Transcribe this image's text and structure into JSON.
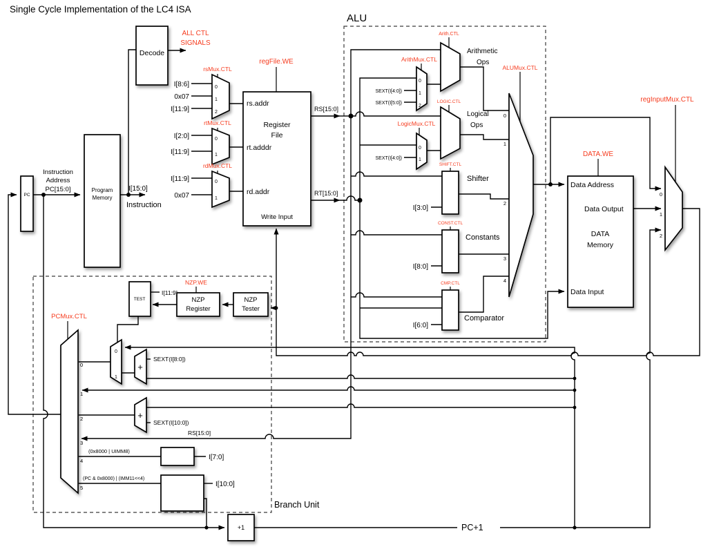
{
  "title": "Single Cycle Implementation of the LC4 ISA",
  "colors": {
    "control": "#f63b1e",
    "wire": "#000000"
  },
  "sections": {
    "alu": "ALU",
    "branch_unit": "Branch Unit"
  },
  "blocks": {
    "pc": "PC",
    "program_memory_1": "Program",
    "program_memory_2": "Memory",
    "decode": "Decode",
    "regfile_rs": "rs.addr",
    "regfile_name_1": "Register",
    "regfile_name_2": "File",
    "regfile_rt": "rt.adddr",
    "regfile_rd": "rd.addr",
    "regfile_write": "Write Input",
    "test": "TEST",
    "nzp_reg_1": "NZP",
    "nzp_reg_2": "Register",
    "nzp_tester_1": "NZP",
    "nzp_tester_2": "Tester",
    "arith_1": "Arithmetic",
    "arith_2": "Ops",
    "logic_1": "Logical",
    "logic_2": "Ops",
    "shifter": "Shifter",
    "constants": "Constants",
    "comparator": "Comparator",
    "dmem_addr": "Data Address",
    "dmem_out": "Data Output",
    "dmem_name_1": "DATA",
    "dmem_name_2": "Memory",
    "dmem_in": "Data Input",
    "plus_one": "+1",
    "adder": "+"
  },
  "control": {
    "all_ctl_1": "ALL CTL",
    "all_ctl_2": "SIGNALS",
    "regfile_we": "regFile.WE",
    "rs_mux": "rsMux.CTL",
    "rt_mux": "rtMux.CTL",
    "rd_mux": "rdMux.CTL",
    "arith": "Arith.CTL",
    "arith_mux": "ArithMux.CTL",
    "logic": "LOGIC.CTL",
    "logic_mux": "LogicMux.CTL",
    "alu_mux": "ALUMux.CTL",
    "shift": "SHIFT.CTL",
    "const": "CONST.CTL",
    "cmp": "CMP.CTL",
    "data_we": "DATA.WE",
    "reg_input_mux": "regInputMux.CTL",
    "nzp_we": "NZP.WE",
    "pc_mux": "PCMux.CTL"
  },
  "signals": {
    "instr_addr_1": "Instruction",
    "instr_addr_2": "Address",
    "instr_addr_3": "PC[15:0]",
    "i15_0": "I[15:0]",
    "instruction": "Instruction",
    "i8_6": "I[8:6]",
    "x07": "0x07",
    "i11_9": "I[11:9]",
    "i2_0": "I[2:0]",
    "rs15_0": "RS[15:0]",
    "rt15_0": "RT[15:0]",
    "sext_i4_0": "SEXT(I[4:0])",
    "sext_i5_0": "SEXT(I[5:0])",
    "i3_0": "I[3:0]",
    "i8_0": "I[8:0]",
    "i6_0": "I[6:0]",
    "sext_i8_0": "SEXT(I[8:0])",
    "sext_i10_0": "SEXT(I[10:0])",
    "pc_imm8": "(0x8000 | UIMM8)",
    "pc_imm11": "(PC & 0x8000) | (IMM11<<4)",
    "i7_0": "I[7:0]",
    "i10_0": "I[10:0]",
    "pc_plus_1": "PC+1"
  },
  "mux_inputs": [
    "0",
    "1",
    "2",
    "3",
    "4",
    "5"
  ]
}
